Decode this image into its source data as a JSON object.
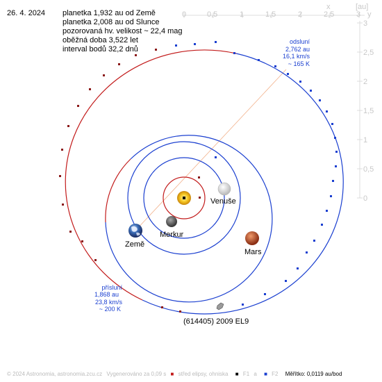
{
  "date": "26. 4. 2024",
  "info": [
    "planetka 1,932 au od Země",
    "planetka 2,008 au od Slunce",
    "pozorovaná hv. velikost ~ 22,4 mag",
    "oběžná doba 3,522 let",
    "interval bodů 32,2 dnů"
  ],
  "scale": {
    "x_unit": "x",
    "y_unit": "y",
    "au_unit": "[au]",
    "ticks": [
      "0",
      "0,5",
      "1",
      "1,5",
      "2",
      "2,5",
      "3"
    ]
  },
  "labels": {
    "aphelion": [
      "odsluní",
      "2,762 au",
      "16,1 km/s",
      "~ 165 K"
    ],
    "perihelion": [
      "přísluní",
      "1,868 au",
      "23,8 km/s",
      "~ 200 K"
    ],
    "venus": "Venuše",
    "earth": "Země",
    "mercury": "Merkur",
    "mars": "Mars",
    "asteroid": "(614405) 2009 EL9"
  },
  "footer": {
    "copyright": "© 2024 Astronomia, astronomia.zcu.cz",
    "generated": "Vygenerováno za 0,09 s",
    "ellipse_center": "střed elipsy, ohniska",
    "f1": "F1",
    "a": "a",
    "f2": "F2",
    "scale": "Měřítko: 0,0119 au/bod"
  },
  "colors": {
    "blue": "#1a3fd0",
    "red": "#c21a1a",
    "axis": "#dcdcdc",
    "label_blue": "#1a3fd0"
  },
  "icons": {
    "sun": "sun-icon",
    "earth": "earth-icon",
    "venus": "venus-icon",
    "mercury": "mercury-icon",
    "mars": "mars-icon",
    "asteroid": "asteroid-icon"
  }
}
